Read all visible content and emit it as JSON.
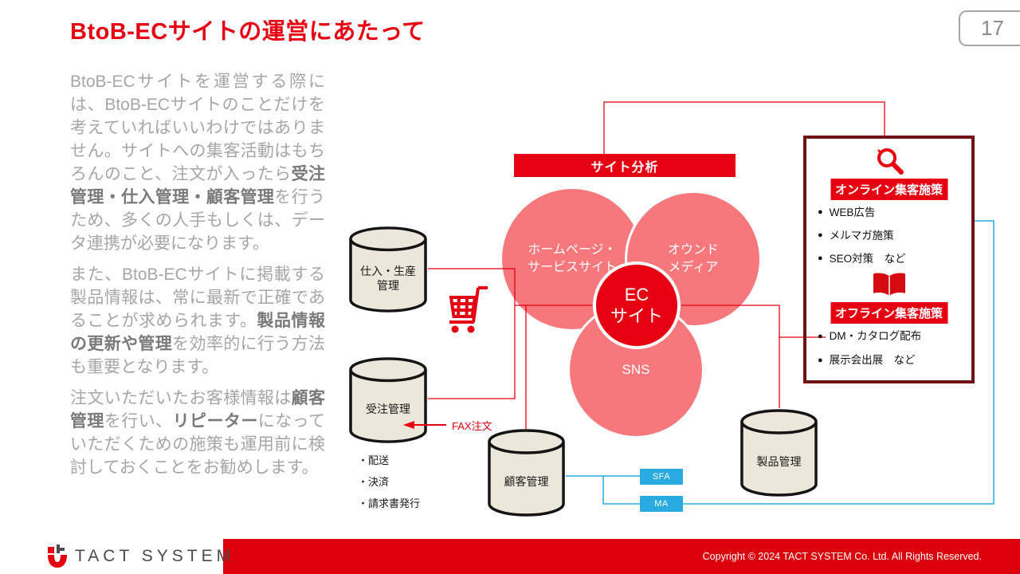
{
  "page": {
    "title": "BtoB-ECサイトの運営にあたって",
    "page_number": "17"
  },
  "intro": {
    "paragraphs": [
      {
        "runs": [
          {
            "text": "BtoB-ECサイトを運営する際には、BtoB-ECサイトのことだけを考えていればいいわけではありません。サイトへの集客活動はもちろんのこと、注文が入ったら"
          },
          {
            "text": "受注管理・仕入管理・顧客管理",
            "bold": true
          },
          {
            "text": "を行うため、多くの人手もしくは、データ連携が必要になります。"
          }
        ]
      },
      {
        "runs": [
          {
            "text": "また、BtoB-ECサイトに掲載する製品情報は、常に最新で正確であることが求められます。"
          },
          {
            "text": "製品情報の更新や管理",
            "bold": true
          },
          {
            "text": "を効率的に行う方法も重要となります。"
          }
        ]
      },
      {
        "runs": [
          {
            "text": "注文いただいたお客様情報は"
          },
          {
            "text": "顧客管理",
            "bold": true
          },
          {
            "text": "を行い、"
          },
          {
            "text": "リピーター",
            "bold": true
          },
          {
            "text": "になっていただくための施策も運用前に検討しておくことをお勧めします。"
          }
        ]
      }
    ]
  },
  "diagram": {
    "site_analysis_label": "サイト分析",
    "circles": {
      "homepage": "ホームページ・\nサービスサイト",
      "owned_media": "オウンド\nメディア",
      "sns": "SNS",
      "ec_site": "EC\nサイト"
    },
    "cylinders": {
      "procurement": "仕入・生産\n管理",
      "order": "受注管理",
      "customer": "顧客管理",
      "product": "製品管理"
    },
    "fax_label": "FAX注文",
    "service_list": [
      "・配送",
      "・決済",
      "・請求書発行"
    ],
    "sfa_label": "SFA",
    "ma_label": "MA",
    "panel": {
      "bullet": "●",
      "online_title": "オンライン集客施策",
      "online_items": [
        "WEB広告",
        "メルマガ施策",
        "SEO対策　など"
      ],
      "offline_title": "オフライン集客施策",
      "offline_items": [
        "DM・カタログ配布",
        "展示会出展　など"
      ]
    }
  },
  "footer": {
    "logo_text": "TACT SYSTEM",
    "copyright": "Copyright © 2024 TACT SYSTEM Co. Ltd. All Rights Reserved."
  },
  "colors": {
    "accent_red": "#e60012",
    "circle_pink": "#f7787c",
    "panel_border_maroon": "#6e1216",
    "connector_blue": "#29abe2",
    "footer_red": "#dc000c",
    "cylinder_beige": "#ebe7da"
  }
}
